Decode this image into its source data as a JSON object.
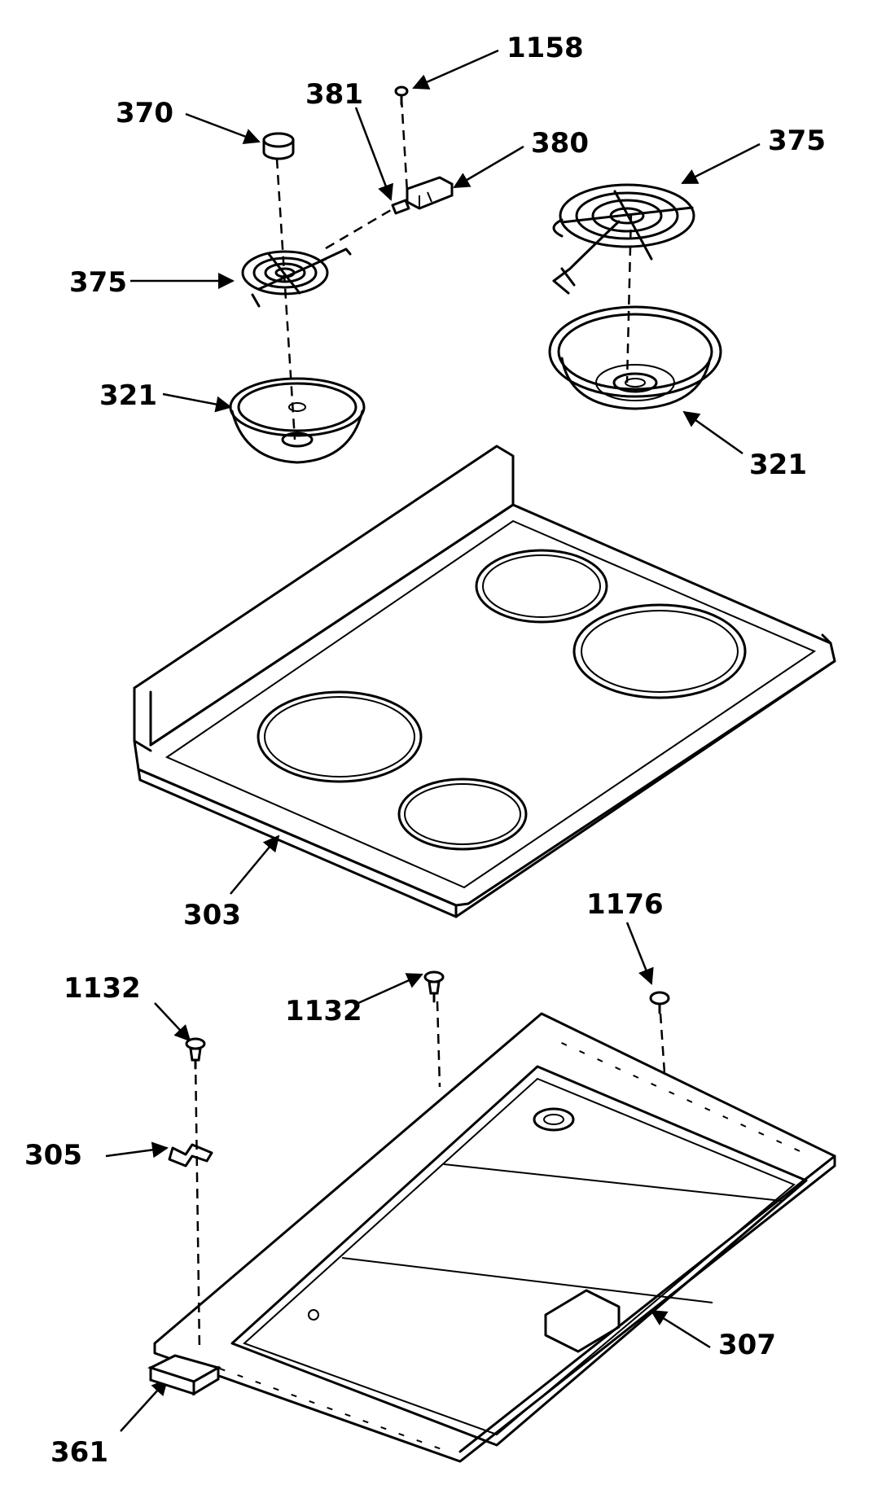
{
  "parts": [
    {
      "id": "p1158",
      "number": "1158",
      "part": "screw"
    },
    {
      "id": "p381",
      "number": "381",
      "part": "terminal"
    },
    {
      "id": "p370",
      "number": "370",
      "part": "cap"
    },
    {
      "id": "p380",
      "number": "380",
      "part": "receptacle"
    },
    {
      "id": "p375a",
      "number": "375",
      "part": "small-surface-element"
    },
    {
      "id": "p375b",
      "number": "375",
      "part": "large-surface-element"
    },
    {
      "id": "p321a",
      "number": "321",
      "part": "small-drip-pan"
    },
    {
      "id": "p321b",
      "number": "321",
      "part": "large-drip-pan"
    },
    {
      "id": "p303",
      "number": "303",
      "part": "cooktop"
    },
    {
      "id": "p1176",
      "number": "1176",
      "part": "screw"
    },
    {
      "id": "p1132a",
      "number": "1132",
      "part": "screw"
    },
    {
      "id": "p1132b",
      "number": "1132",
      "part": "screw"
    },
    {
      "id": "p305",
      "number": "305",
      "part": "bracket"
    },
    {
      "id": "p307",
      "number": "307",
      "part": "cooktop-support-panel"
    },
    {
      "id": "p361",
      "number": "361",
      "part": "block"
    }
  ]
}
